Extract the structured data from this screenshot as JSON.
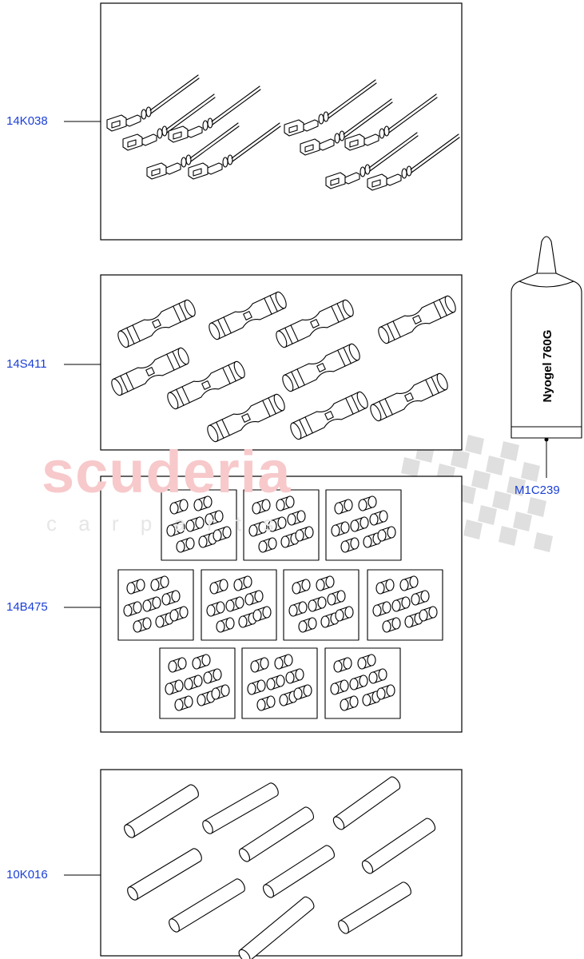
{
  "watermark": {
    "brand": "scuderia",
    "subtitle": "c a r   p a r t s",
    "color": "#f7c9cb",
    "flag_color": "#dcdcdc"
  },
  "callout_color": "#1a3fd6",
  "parts": [
    {
      "id": "14K038",
      "label": "14K038",
      "description_icon": "terminal-connector-icon"
    },
    {
      "id": "14S411",
      "label": "14S411",
      "description_icon": "butt-splice-icon"
    },
    {
      "id": "14B475",
      "label": "14B475",
      "description_icon": "crimp-sleeve-pack-icon"
    },
    {
      "id": "10K016",
      "label": "10K016",
      "description_icon": "heat-shrink-tube-icon"
    },
    {
      "id": "M1C239",
      "label": "M1C239",
      "description_icon": "grease-tube-icon"
    }
  ],
  "tube_label": "Nyogel 760G"
}
